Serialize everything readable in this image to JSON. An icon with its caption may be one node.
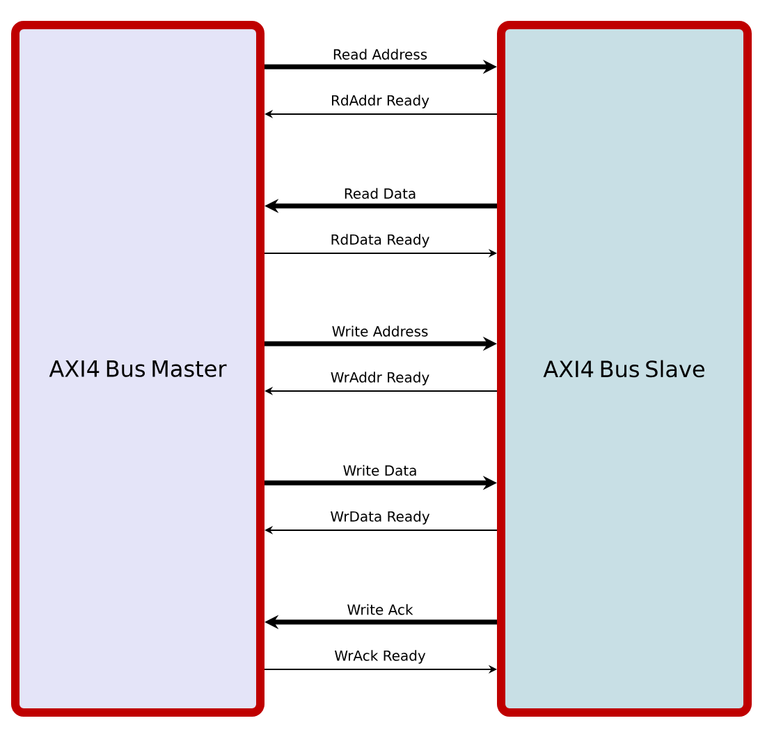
{
  "diagram": {
    "nodes": [
      {
        "text": [
          "AXI4 Bus Master"
        ]
      },
      {
        "text": [
          "AXI4 Bus Slave"
        ]
      }
    ],
    "edges": [
      {
        "from": 0,
        "to": 1,
        "arrow": "to",
        "label": "Read Address",
        "style": "thick"
      },
      {
        "from": 1,
        "to": 0,
        "arrow": "to",
        "label": "RdAddr Ready"
      },
      {
        "from": 1,
        "to": 0,
        "arrow": "to",
        "label": "Read Data",
        "style": "thick"
      },
      {
        "from": 0,
        "to": 1,
        "arrow": "to",
        "label": "RdData Ready"
      },
      {
        "from": 0,
        "to": 1,
        "arrow": "to",
        "label": "Write Address",
        "style": "thick"
      },
      {
        "from": 1,
        "to": 0,
        "arrow": "to",
        "label": "WrAddr Ready"
      },
      {
        "from": 0,
        "to": 1,
        "arrow": "to",
        "label": "Write Data",
        "style": "thick"
      },
      {
        "from": 1,
        "to": 0,
        "arrow": "to",
        "label": "WrData Ready"
      },
      {
        "from": 1,
        "to": 0,
        "arrow": "to",
        "label": "Write Ack",
        "style": "thick"
      },
      {
        "from": 0,
        "to": 1,
        "arrow": "to",
        "label": "WrAck Ready"
      }
    ]
  }
}
